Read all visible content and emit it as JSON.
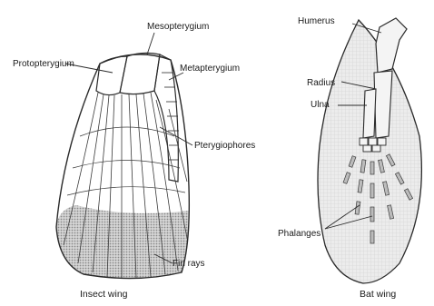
{
  "left_figure": {
    "caption": "Insect wing",
    "labels": {
      "protopterygium": "Protopterygium",
      "mesopterygium": "Mesopterygium",
      "metapterygium": "Metapterygium",
      "pterygiophores": "Pterygiophores",
      "fin_rays": "Fin rays"
    }
  },
  "right_figure": {
    "caption": "Bat wing",
    "labels": {
      "humerus": "Humerus",
      "radius": "Radius",
      "ulna": "Ulna",
      "phalanges": "Phalanges"
    }
  },
  "colors": {
    "ink": "#2a2a2a",
    "shading": "#bdbdbd",
    "bat_membrane": "#e6e6e6"
  }
}
